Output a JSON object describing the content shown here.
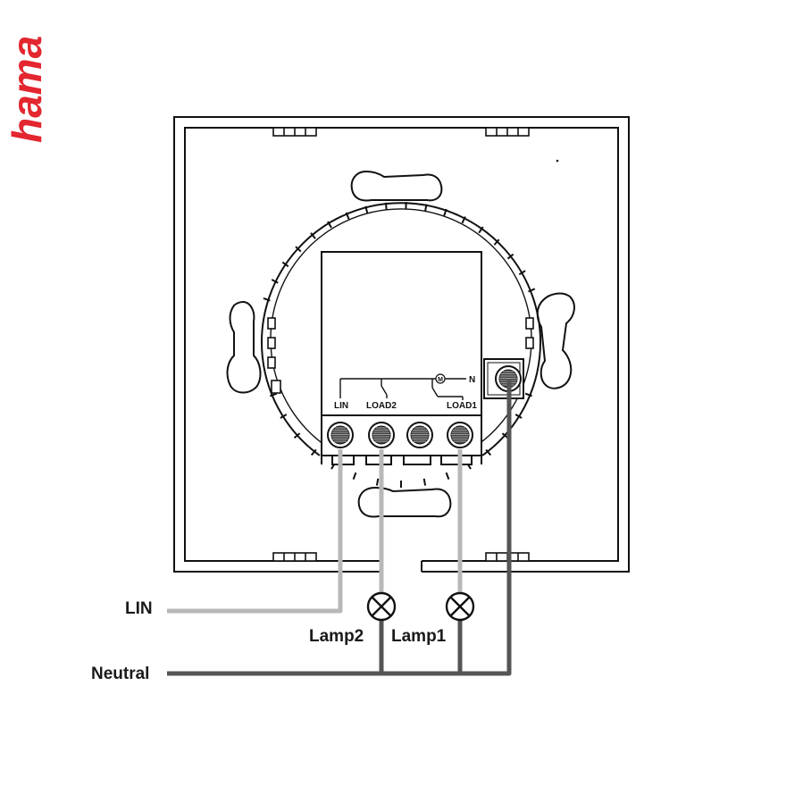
{
  "brand": {
    "logo_text": "hama",
    "logo_color": "#e3262f"
  },
  "device": {
    "terminal_labels": {
      "lin": "LIN",
      "load2": "LOAD2",
      "load1": "LOAD1"
    },
    "motor_symbol": "M",
    "neutral_mark": "N"
  },
  "wiring": {
    "lin_label": "LIN",
    "neutral_label": "Neutral",
    "lamp2_label": "Lamp2",
    "lamp1_label": "Lamp1",
    "lin_wire_color": "#b8b8b8",
    "neutral_wire_color": "#555555"
  }
}
